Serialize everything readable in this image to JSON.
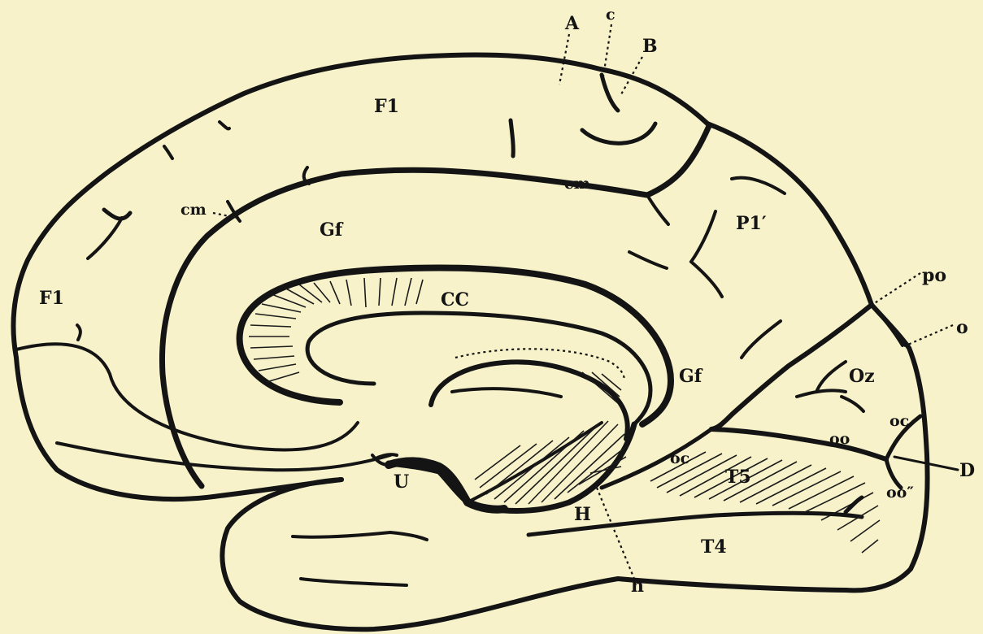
{
  "labels": {
    "A": "A",
    "c": "c",
    "B": "B",
    "F1_top": "F1",
    "F1_left": "F1",
    "cm_left": "cm",
    "cm_mid": "cm",
    "Gf_top": "Gf",
    "Gf_right": "Gf",
    "CC": "CC",
    "P1p": "P1′",
    "po": "po",
    "o": "o",
    "Oz": "Oz",
    "oc_right": "oc",
    "oo": "oo",
    "D": "D",
    "oc_mid": "oc",
    "T5": "T5",
    "oo2": "oo″",
    "T4": "T4",
    "U": "U",
    "H": "H",
    "h": "h"
  },
  "colors": {
    "paper": "#f7f2c9",
    "ink": "#141414"
  }
}
